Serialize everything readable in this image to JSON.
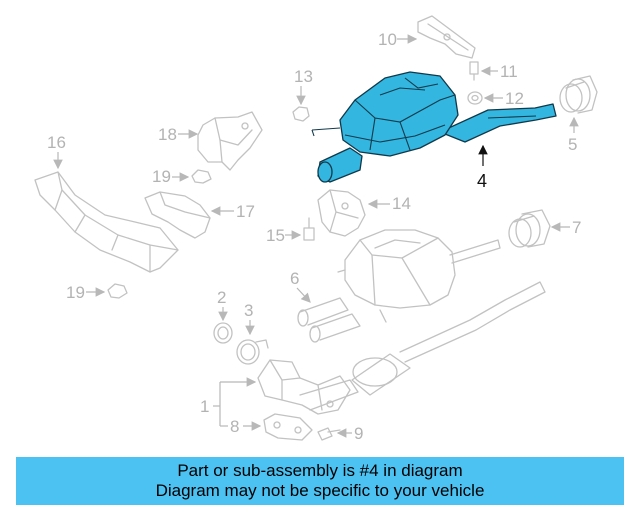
{
  "diagram": {
    "callouts": [
      "10",
      "11",
      "12",
      "13",
      "5",
      "18",
      "19",
      "16",
      "17",
      "14",
      "15",
      "7",
      "6",
      "2",
      "3",
      "1",
      "8",
      "9"
    ],
    "highlighted_callout": "4",
    "highlight_color": "#33b6e0",
    "ghost_color": "#c2c2c2"
  },
  "banner": {
    "line1": "Part or sub-assembly is #4 in diagram",
    "line2": "Diagram may not be specific to your vehicle",
    "background": "#4cc2f2"
  }
}
